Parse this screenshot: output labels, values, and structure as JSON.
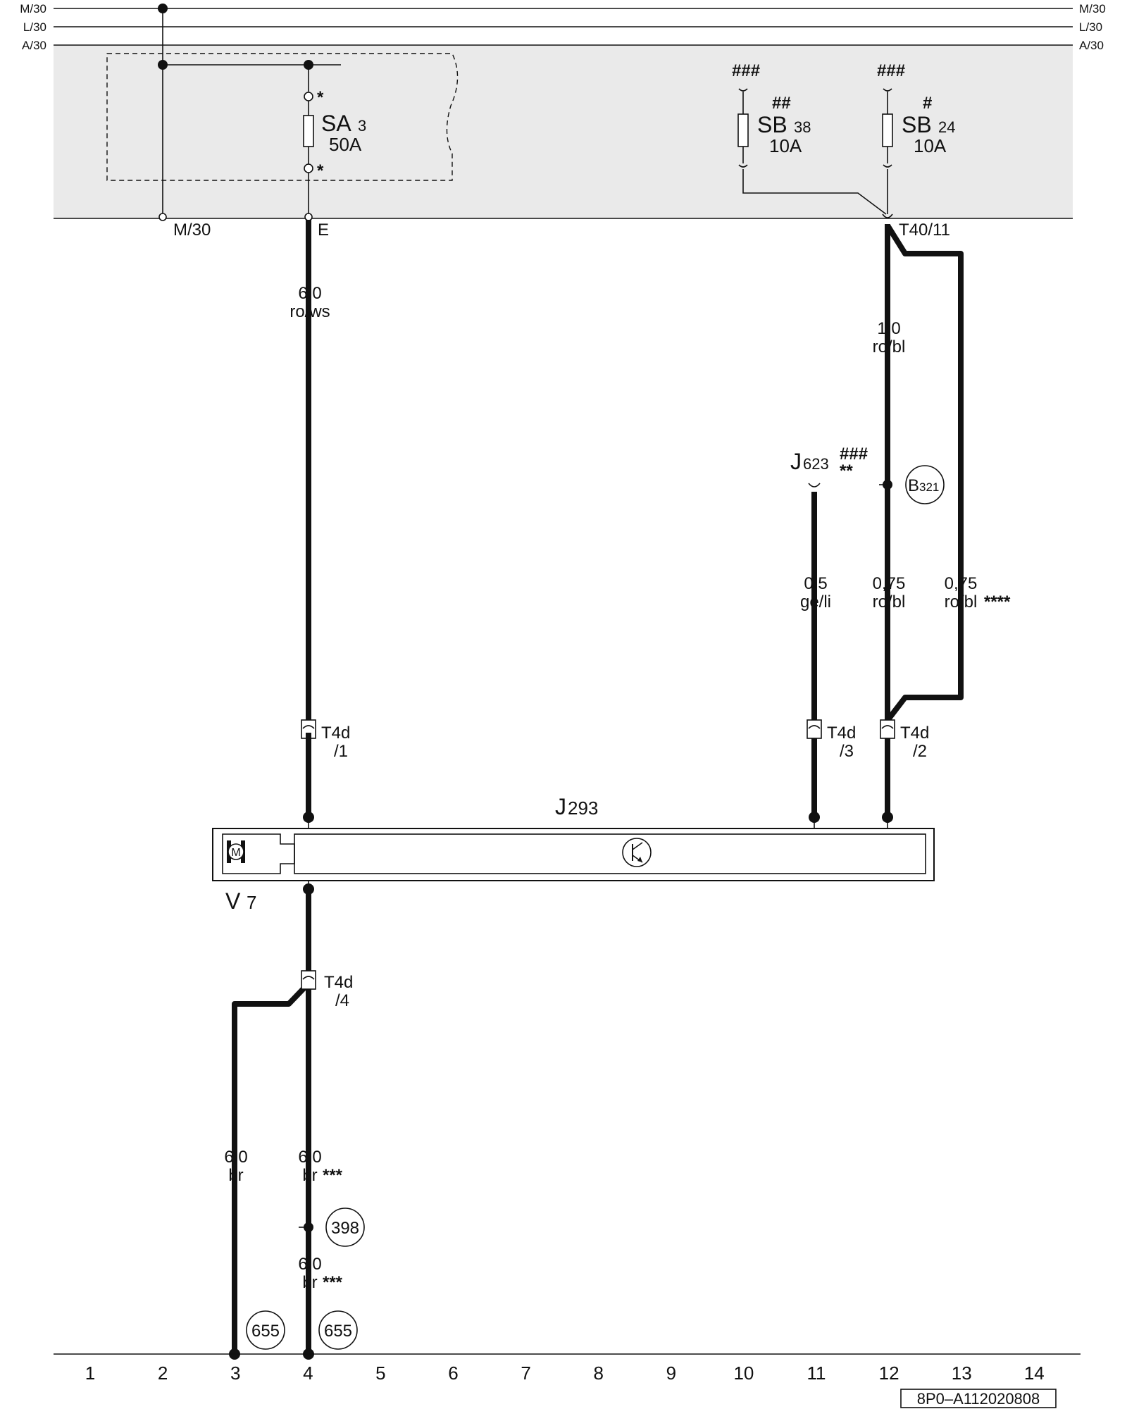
{
  "rails": {
    "m30": "M/30",
    "l30": "L/30",
    "a30": "A/30"
  },
  "relay_box": {
    "m30_label": "M/30",
    "e_label": "E",
    "t40_label": "T40/11"
  },
  "fuses": {
    "sa3": {
      "name": "SA",
      "index": "3",
      "rating": "50A",
      "mark": "*"
    },
    "sb38": {
      "name": "SB",
      "index": "38",
      "rating": "10A",
      "mark": "##",
      "top_mark": "###"
    },
    "sb24": {
      "name": "SB",
      "index": "24",
      "rating": "10A",
      "mark": "#",
      "top_mark": "###"
    }
  },
  "wires": {
    "w1": {
      "gauge": "6,0",
      "color": "ro/ws"
    },
    "w2": {
      "gauge": "1,0",
      "color": "ro/bl"
    },
    "w3": {
      "gauge": "0,5",
      "color": "ge/li"
    },
    "w4": {
      "gauge": "0,75",
      "color": "ro/bl"
    },
    "w5": {
      "gauge": "0,75",
      "color": "ro/bl",
      "mark": "****"
    },
    "w6": {
      "gauge": "6,0",
      "color": "br"
    },
    "w7": {
      "gauge": "6,0",
      "color": "br",
      "mark": "***"
    },
    "w8": {
      "gauge": "6,0",
      "color": "br",
      "mark": "***"
    }
  },
  "components": {
    "j623": {
      "name": "J",
      "index": "623",
      "mark_top": "###",
      "mark_bottom": "**"
    },
    "b321": {
      "name": "B",
      "index": "321"
    },
    "j293": {
      "name": "J",
      "index": "293"
    },
    "v7": {
      "name": "V",
      "index": "7"
    },
    "motor_symbol": "M"
  },
  "connectors": {
    "t4d_1": {
      "name": "T4d",
      "pin": "/1"
    },
    "t4d_3": {
      "name": "T4d",
      "pin": "/3"
    },
    "t4d_2": {
      "name": "T4d",
      "pin": "/2"
    },
    "t4d_4": {
      "name": "T4d",
      "pin": "/4"
    }
  },
  "grounds": {
    "g398": "398",
    "g655a": "655",
    "g655b": "655"
  },
  "columns": [
    "1",
    "2",
    "3",
    "4",
    "5",
    "6",
    "7",
    "8",
    "9",
    "10",
    "11",
    "12",
    "13",
    "14"
  ],
  "diagram_id": "8P0–A112020808"
}
